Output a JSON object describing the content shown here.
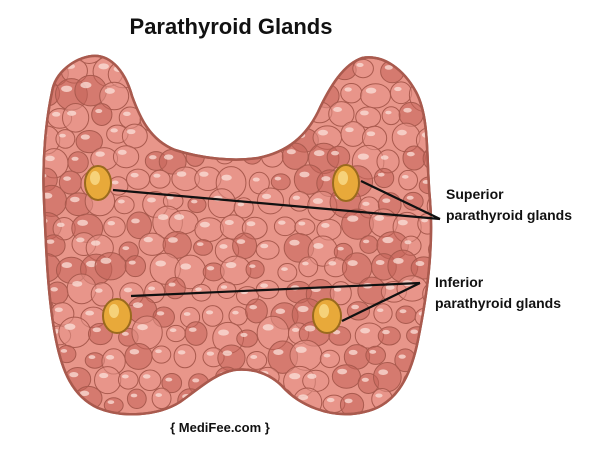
{
  "title": "Parathyroid Glands",
  "labels": {
    "superior_line1": "Superior",
    "superior_line2": "parathyroid glands",
    "inferior_line1": "Inferior",
    "inferior_line2": "parathyroid glands"
  },
  "credit": "{ MediFee.com }",
  "colors": {
    "thyroid_fill": "#e8968a",
    "thyroid_dark": "#c4645a",
    "thyroid_outline": "#a95a4e",
    "cell_highlight": "#fbe0d8",
    "gland_fill": "#e8a93a",
    "gland_outline": "#9a6a1e",
    "leader_line": "#111111"
  }
}
